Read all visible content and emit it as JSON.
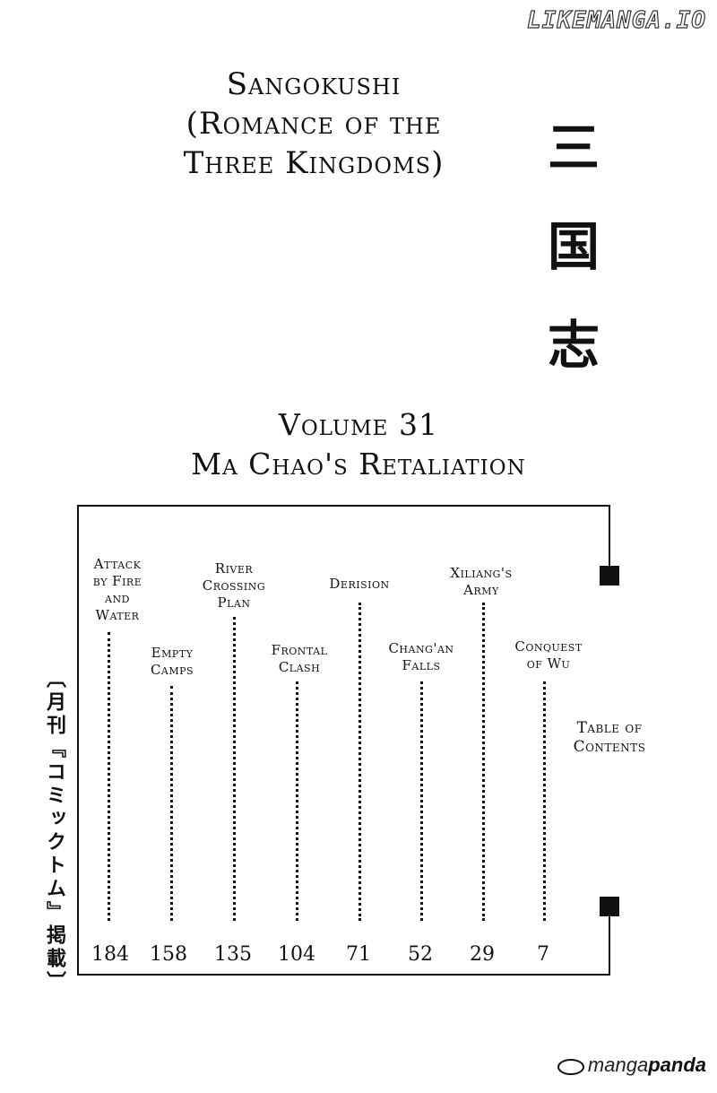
{
  "watermark": "LIKEMANGA.IO",
  "title": {
    "line1": "Sangokushi",
    "line2": "(Romance of the",
    "line3": "Three Kingdoms)"
  },
  "kanji": [
    "三",
    "国",
    "志"
  ],
  "volume": {
    "line1": "Volume 31",
    "line2": "Ma Chao's Retaliation"
  },
  "chapters": [
    {
      "lines": [
        "Attack",
        "by Fire",
        "and",
        "Water"
      ],
      "page": "184"
    },
    {
      "lines": [
        "Empty",
        "Camps"
      ],
      "page": "158"
    },
    {
      "lines": [
        "River",
        "Crossing",
        "Plan"
      ],
      "page": "135"
    },
    {
      "lines": [
        "Frontal",
        "Clash"
      ],
      "page": "104"
    },
    {
      "lines": [
        "Derision"
      ],
      "page": "71"
    },
    {
      "lines": [
        "Chang'an",
        "Falls"
      ],
      "page": "52"
    },
    {
      "lines": [
        "Xiliang's",
        "Army"
      ],
      "page": "29"
    },
    {
      "lines": [
        "Conquest",
        "of Wu"
      ],
      "page": "7"
    }
  ],
  "toc": {
    "line1": "Table of",
    "line2": "Contents"
  },
  "side_text": "〔月刊『コミックトム』掲載〕",
  "logo": {
    "part1": "manga",
    "part2": "panda"
  }
}
